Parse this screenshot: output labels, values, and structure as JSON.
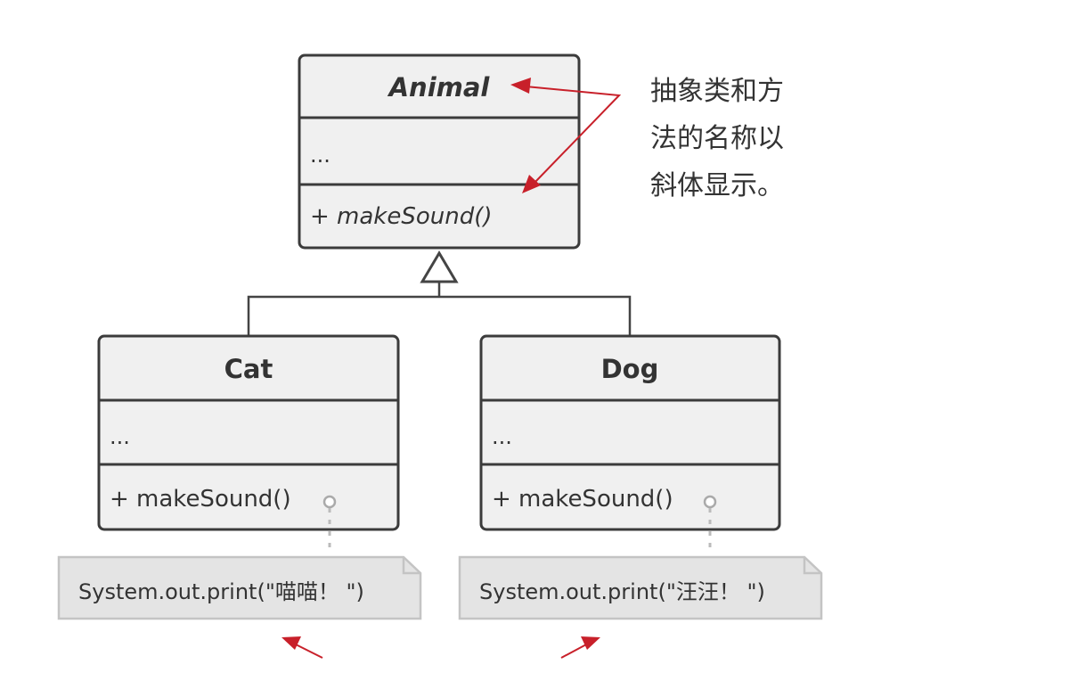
{
  "classes": {
    "animal": {
      "name": "Animal",
      "fields": "...",
      "method": "+ makeSound()"
    },
    "cat": {
      "name": "Cat",
      "fields": "...",
      "method": "+ makeSound()"
    },
    "dog": {
      "name": "Dog",
      "fields": "...",
      "method": "+ makeSound()"
    }
  },
  "notes": {
    "cat": "System.out.print(\"喵喵！ \")",
    "dog": "System.out.print(\"汪汪！ \")"
  },
  "annotation": {
    "lines": [
      "抽象类和方",
      "法的名称以",
      "斜体显示。"
    ]
  },
  "colors": {
    "accent": "#c8202a",
    "box_fill": "#f0f0f0",
    "note_fill": "#e4e4e4"
  }
}
